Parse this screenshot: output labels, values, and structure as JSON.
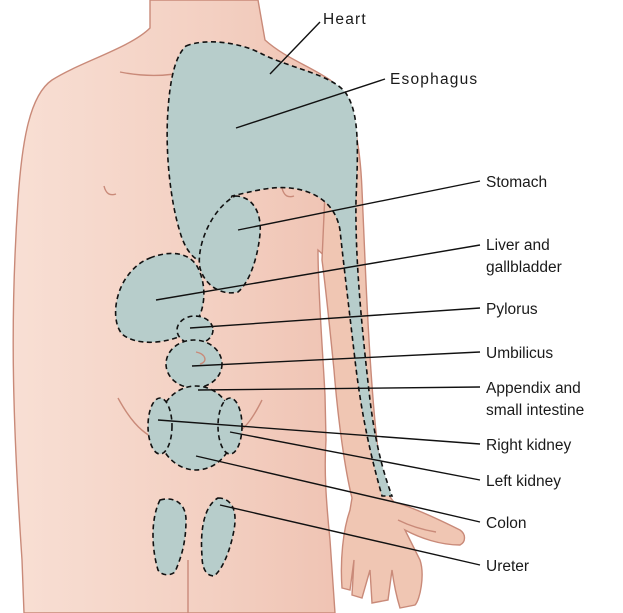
{
  "figure": {
    "labels": {
      "heart": "Heart",
      "esophagus": "Esophagus",
      "stomach": "Stomach",
      "liver_line1": "Liver and",
      "liver_line2": "gallbladder",
      "pylorus": "Pylorus",
      "umbilicus": "Umbilicus",
      "appendix_line1": "Appendix and",
      "appendix_line2": "small intestine",
      "right_kidney": "Right kidney",
      "left_kidney": "Left kidney",
      "colon": "Colon",
      "ureter": "Ureter"
    },
    "colors": {
      "skin": "#f5d2c4",
      "skin_outline": "#c98a79",
      "referred_pain_zone": "#b7cdcb",
      "zone_outline": "#111111"
    }
  }
}
